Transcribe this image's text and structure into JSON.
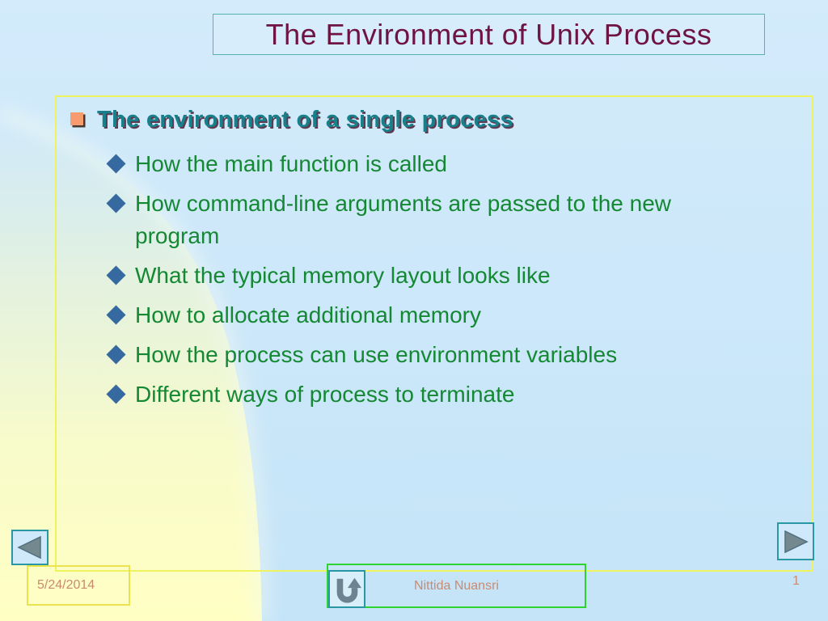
{
  "slide": {
    "title": "The Environment of Unix Process",
    "content": {
      "heading": "The environment of a single process",
      "items": [
        "How the main function is called",
        "How command-line arguments are passed to the new\nprogram",
        "What the typical memory layout looks like",
        "How to allocate additional memory",
        "How the process can use environment variables",
        "Different ways of process to terminate"
      ]
    },
    "footer": {
      "date": "5/24/2014",
      "author": "Nittida Nuansri",
      "page_number": "1"
    },
    "icons": {
      "prev": "prev-slide-arrow",
      "next": "next-slide-arrow",
      "return": "return-up-arrow"
    },
    "colors": {
      "title_text": "#6e1342",
      "heading_text": "#17808a",
      "item_text": "#148833",
      "footer_text": "#ca8a70",
      "square_bullet": "#f79b70",
      "diamond_bullet": "#36699f",
      "title_border": "#55b4ad",
      "content_border": "#eff35e",
      "author_box_border": "#2fd32f",
      "date_box_border": "#e9e34d",
      "nav_border": "#2a97a4",
      "nav_triangle": "#74898f",
      "background_blue": "#cfe9fa",
      "background_yellow": "#ffffc4"
    }
  }
}
